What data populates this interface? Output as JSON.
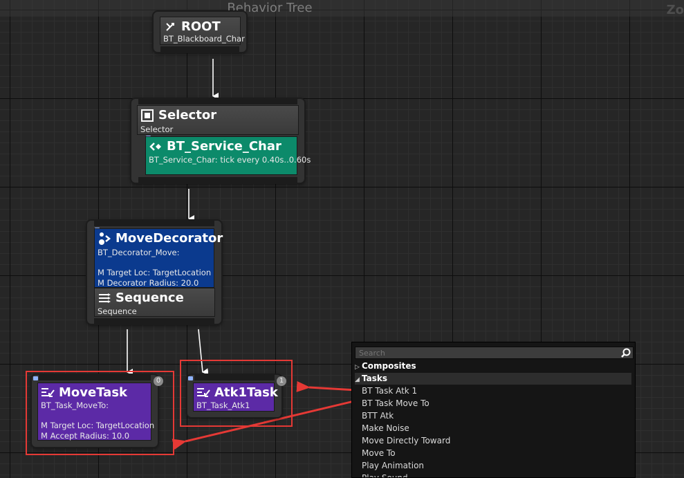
{
  "graph": {
    "title": "Behavior Tree",
    "zoom_label": "Zo"
  },
  "nodes": {
    "root": {
      "title": "ROOT",
      "subtitle": "BT_Blackboard_Char"
    },
    "selector": {
      "title": "Selector",
      "subtitle": "Selector",
      "service": {
        "title": "BT_Service_Char",
        "subtitle": "BT_Service_Char: tick every 0.40s..0.60s"
      }
    },
    "sequence": {
      "decorator": {
        "title": "MoveDecorator",
        "lines": [
          "BT_Decorator_Move:",
          "",
          "M Target Loc: TargetLocation",
          "M Decorator Radius: 20.0"
        ]
      },
      "title": "Sequence",
      "subtitle": "Sequence"
    },
    "move_task": {
      "title": "MoveTask",
      "lines": [
        "BT_Task_MoveTo:",
        "",
        "M Target Loc: TargetLocation",
        "M Accept Radius: 10.0"
      ],
      "index": "0"
    },
    "atk1_task": {
      "title": "Atk1Task",
      "lines": [
        "BT_Task_Atk1"
      ],
      "index": "1"
    }
  },
  "context_menu": {
    "search_placeholder": "Search",
    "categories": [
      {
        "label": "Composites",
        "expanded": false
      },
      {
        "label": "Tasks",
        "expanded": true
      }
    ],
    "task_items": [
      "BT Task Atk 1",
      "BT Task Move To",
      "BTT Atk",
      "Make Noise",
      "Move Directly Toward",
      "Move To",
      "Play Animation",
      "Play Sound"
    ]
  },
  "colors": {
    "service": "#0c8a6a",
    "decorator": "#0b3a8e",
    "task": "#5c2aa6",
    "highlight": "#e53935"
  },
  "icons": {
    "root": "root-branch-icon",
    "selector": "selector-icon",
    "service": "service-icon",
    "decorator": "decorator-icon",
    "sequence": "sequence-icon",
    "task": "task-icon",
    "search": "magnifier-icon"
  }
}
